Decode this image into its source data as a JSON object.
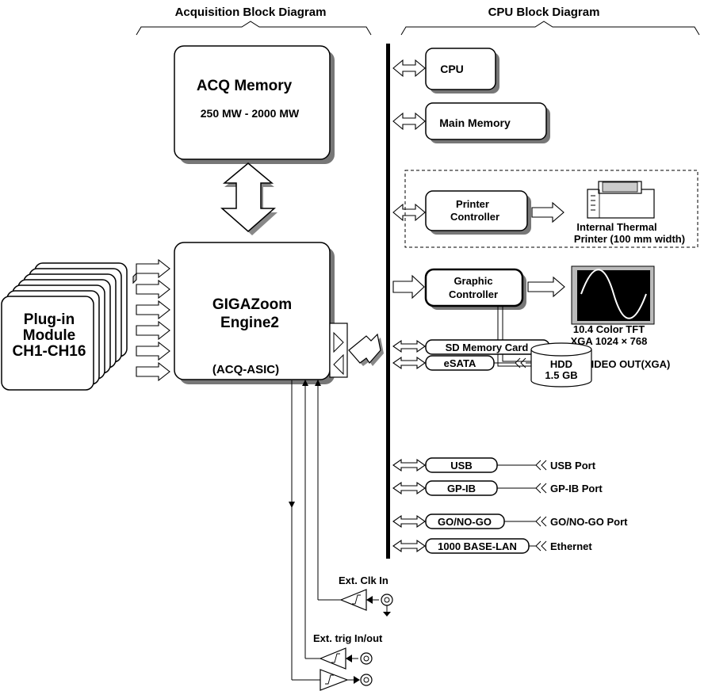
{
  "headings": {
    "acquisition": "Acquisition Block Diagram",
    "cpu": "CPU Block Diagram"
  },
  "acq_memory": {
    "title": "ACQ Memory",
    "range": "250 MW - 2000 MW"
  },
  "engine": {
    "line1": "GIGAZoom",
    "line2": "Engine2",
    "line3": "(ACQ-ASIC)"
  },
  "plugin": {
    "line1": "Plug-in",
    "line2": "Module",
    "line3": "CH1-CH16"
  },
  "cpu_blocks": {
    "cpu": "CPU",
    "main_memory": "Main Memory",
    "printer_controller_1": "Printer",
    "printer_controller_2": "Controller",
    "printer_label_1": "Internal Thermal",
    "printer_label_2": "Printer (100 mm width)",
    "graphic_controller_1": "Graphic",
    "graphic_controller_2": "Controller",
    "display_label_1": "10.4 Color TFT",
    "display_label_2": "XGA 1024 × 768",
    "video_out": "VIDEO OUT(XGA)"
  },
  "peripherals": {
    "sd_card": "SD Memory Card",
    "esata": "eSATA",
    "hdd_1": "HDD",
    "hdd_2": "1.5 GB",
    "usb": "USB",
    "usb_port": "USB Port",
    "gpib": "GP-IB",
    "gpib_port": "GP-IB Port",
    "gonogo": "GO/NO-GO",
    "gonogo_port": "GO/NO-GO Port",
    "lan": "1000 BASE-LAN",
    "ethernet": "Ethernet"
  },
  "external": {
    "clk_in": "Ext. Clk In",
    "trig_inout": "Ext. trig In/out"
  }
}
